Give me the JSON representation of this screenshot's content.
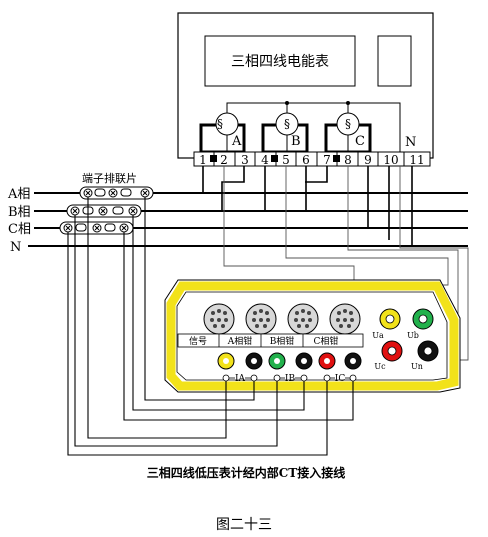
{
  "meter": {
    "title": "三相四线电能表",
    "terminals": [
      "1",
      "2",
      "3",
      "4",
      "5",
      "6",
      "7",
      "8",
      "9",
      "10",
      "11"
    ],
    "phase_labels": [
      "A",
      "B",
      "C",
      "N"
    ]
  },
  "lines": {
    "labels": [
      "A相",
      "B相",
      "C相",
      "N"
    ]
  },
  "connector": {
    "label": "端子排联片"
  },
  "device": {
    "sockets": [
      "信号",
      "A相钳",
      "B相钳",
      "C相钳"
    ],
    "voltage_ports": [
      "Ua",
      "Ub",
      "Uc",
      "Un"
    ],
    "current_ports": [
      "IA",
      "IB",
      "IC"
    ]
  },
  "diagram_caption": "三相四线低压表计经内部CT接入接线",
  "figure_caption": "图二十三",
  "colors": {
    "device_border": "#f2e21a",
    "yellow_port": "#f2e21a",
    "green_port": "#22b14c",
    "red_port": "#e01010",
    "black_port": "#111111"
  }
}
